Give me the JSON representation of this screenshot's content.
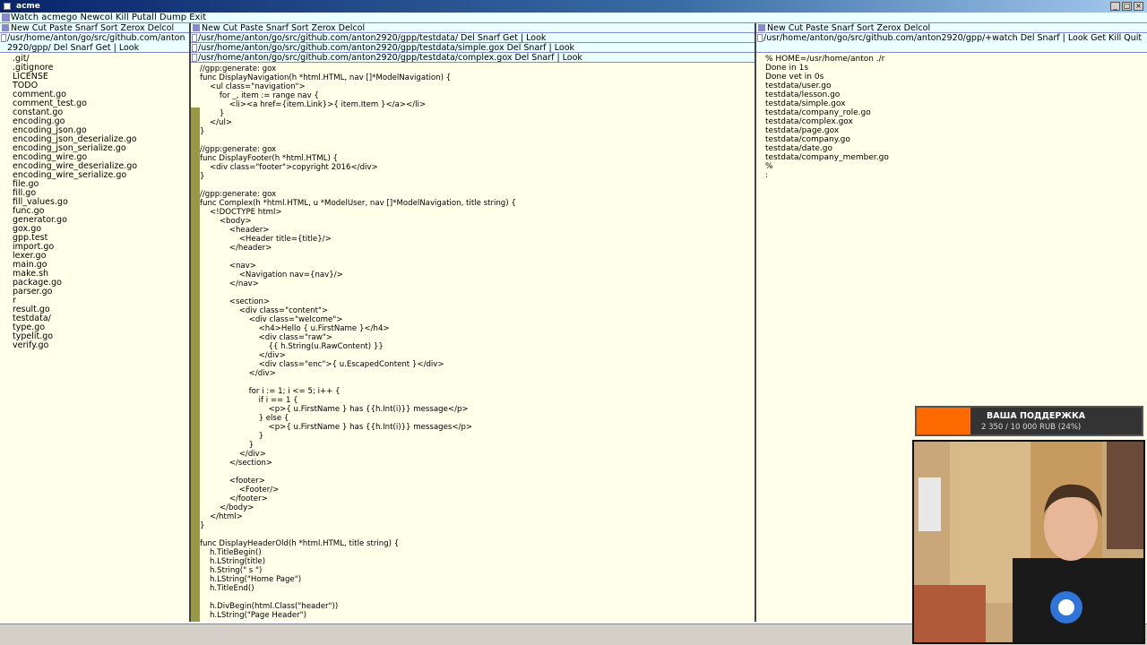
{
  "window": {
    "title": "acme"
  },
  "acme_tag": "Watch acmego Newcol Kill Putall Dump Exit",
  "column_tag": "New Cut Paste Snarf Sort Zerox Delcol",
  "col1": {
    "tag": "/usr/home/anton/go/src/github.com/anton2920/gpp/ Del Snarf Get | Look",
    "files": [
      ".git/",
      ".gitignore",
      "LICENSE",
      "TODO",
      "comment.go",
      "comment_test.go",
      "constant.go",
      "encoding.go",
      "encoding_json.go",
      "encoding_json_deserialize.go",
      "encoding_json_serialize.go",
      "encoding_wire.go",
      "encoding_wire_deserialize.go",
      "encoding_wire_serialize.go",
      "file.go",
      "fill.go",
      "fill_values.go",
      "func.go",
      "generator.go",
      "gox.go",
      "gpp.test",
      "import.go",
      "lexer.go",
      "main.go",
      "make.sh",
      "package.go",
      "parser.go",
      "r",
      "result.go",
      "testdata/",
      "type.go",
      "typelit.go",
      "verify.go"
    ]
  },
  "col2": {
    "win1_tag": "/usr/home/anton/go/src/github.com/anton2920/gpp/testdata/ Del Snarf Get | Look",
    "win2_tag": "/usr/home/anton/go/src/github.com/anton2920/gpp/testdata/simple.gox Del Snarf | Look",
    "win3_tag": "/usr/home/anton/go/src/github.com/anton2920/gpp/testdata/complex.gox Del Snarf | Look",
    "code": "//gpp:generate: gox\nfunc DisplayNavigation(h *html.HTML, nav []*ModelNavigation) {\n\t<ul class=\"navigation\">\n\t\tfor _, item := range nav {\n\t\t\t<li><a href={item.Link}>{ item.Item }</a></li>\n\t\t}\n\t</ul>\n}\n\n//gpp:generate: gox\nfunc DisplayFooter(h *html.HTML) {\n\t<div class=\"footer\">copyright 2016</div>\n}\n\n//gpp:generate: gox\nfunc Complex(h *html.HTML, u *ModelUser, nav []*ModelNavigation, title string) {\n\t<!DOCTYPE html>\n\t\t<body>\n\t\t\t<header>\n\t\t\t\t<Header title={title}/>\n\t\t\t</header>\n\n\t\t\t<nav>\n\t\t\t\t<Navigation nav={nav}/>\n\t\t\t</nav>\n\n\t\t\t<section>\n\t\t\t\t<div class=\"content\">\n\t\t\t\t\t<div class=\"welcome\">\n\t\t\t\t\t\t<h4>Hello { u.FirstName }</h4>\n\t\t\t\t\t\t<div class=\"raw\">\n\t\t\t\t\t\t\t{{ h.String(u.RawContent) }}\n\t\t\t\t\t\t</div>\n\t\t\t\t\t\t<div class=\"enc\">{ u.EscapedContent }</div>\n\t\t\t\t\t</div>\n\n\t\t\t\t\tfor i := 1; i <= 5; i++ {\n\t\t\t\t\t\tif i == 1 {\n\t\t\t\t\t\t\t<p>{ u.FirstName } has {{h.Int(i)}} message</p>\n\t\t\t\t\t\t} else {\n\t\t\t\t\t\t\t<p>{ u.FirstName } has {{h.Int(i)}} messages</p>\n\t\t\t\t\t\t}\n\t\t\t\t\t}\n\t\t\t\t</div>\n\t\t\t</section>\n\n\t\t\t<footer>\n\t\t\t\t<Footer/>\n\t\t\t</footer>\n\t\t</body>\n\t</html>\n}\n\nfunc DisplayHeaderOld(h *html.HTML, title string) {\n\th.TitleBegin()\n\th.LString(title)\n\th.String(\" s \")\n\th.LString(\"Home Page\")\n\th.TitleEnd()\n\n\th.DivBegin(html.Class(\"header\"))\n\th.LString(\"Page Header\")"
  },
  "col3": {
    "tag": "/usr/home/anton/go/src/github.com/anton2920/gpp/+watch Del Snarf | Look Get Kill Quit",
    "output": "% HOME=/usr/home/anton ./r\nDone in 1s\nDone vet in 0s\ntestdata/user.go\ntestdata/lesson.go\ntestdata/simple.gox\ntestdata/company_role.go\ntestdata/complex.gox\ntestdata/page.gox\ntestdata/company.go\ntestdata/date.go\ntestdata/company_member.go\n%\n:"
  },
  "overlay": {
    "support_title": "ВАША ПОДДЕРЖКА",
    "support_amount": "2 350 / 10 000 RUB (24%)",
    "support_progress": 0.24
  },
  "colors": {
    "tag_bg": "#eaffff",
    "body_bg": "#ffffea",
    "scroll_bg": "#999945",
    "accent": "#8888cc"
  }
}
